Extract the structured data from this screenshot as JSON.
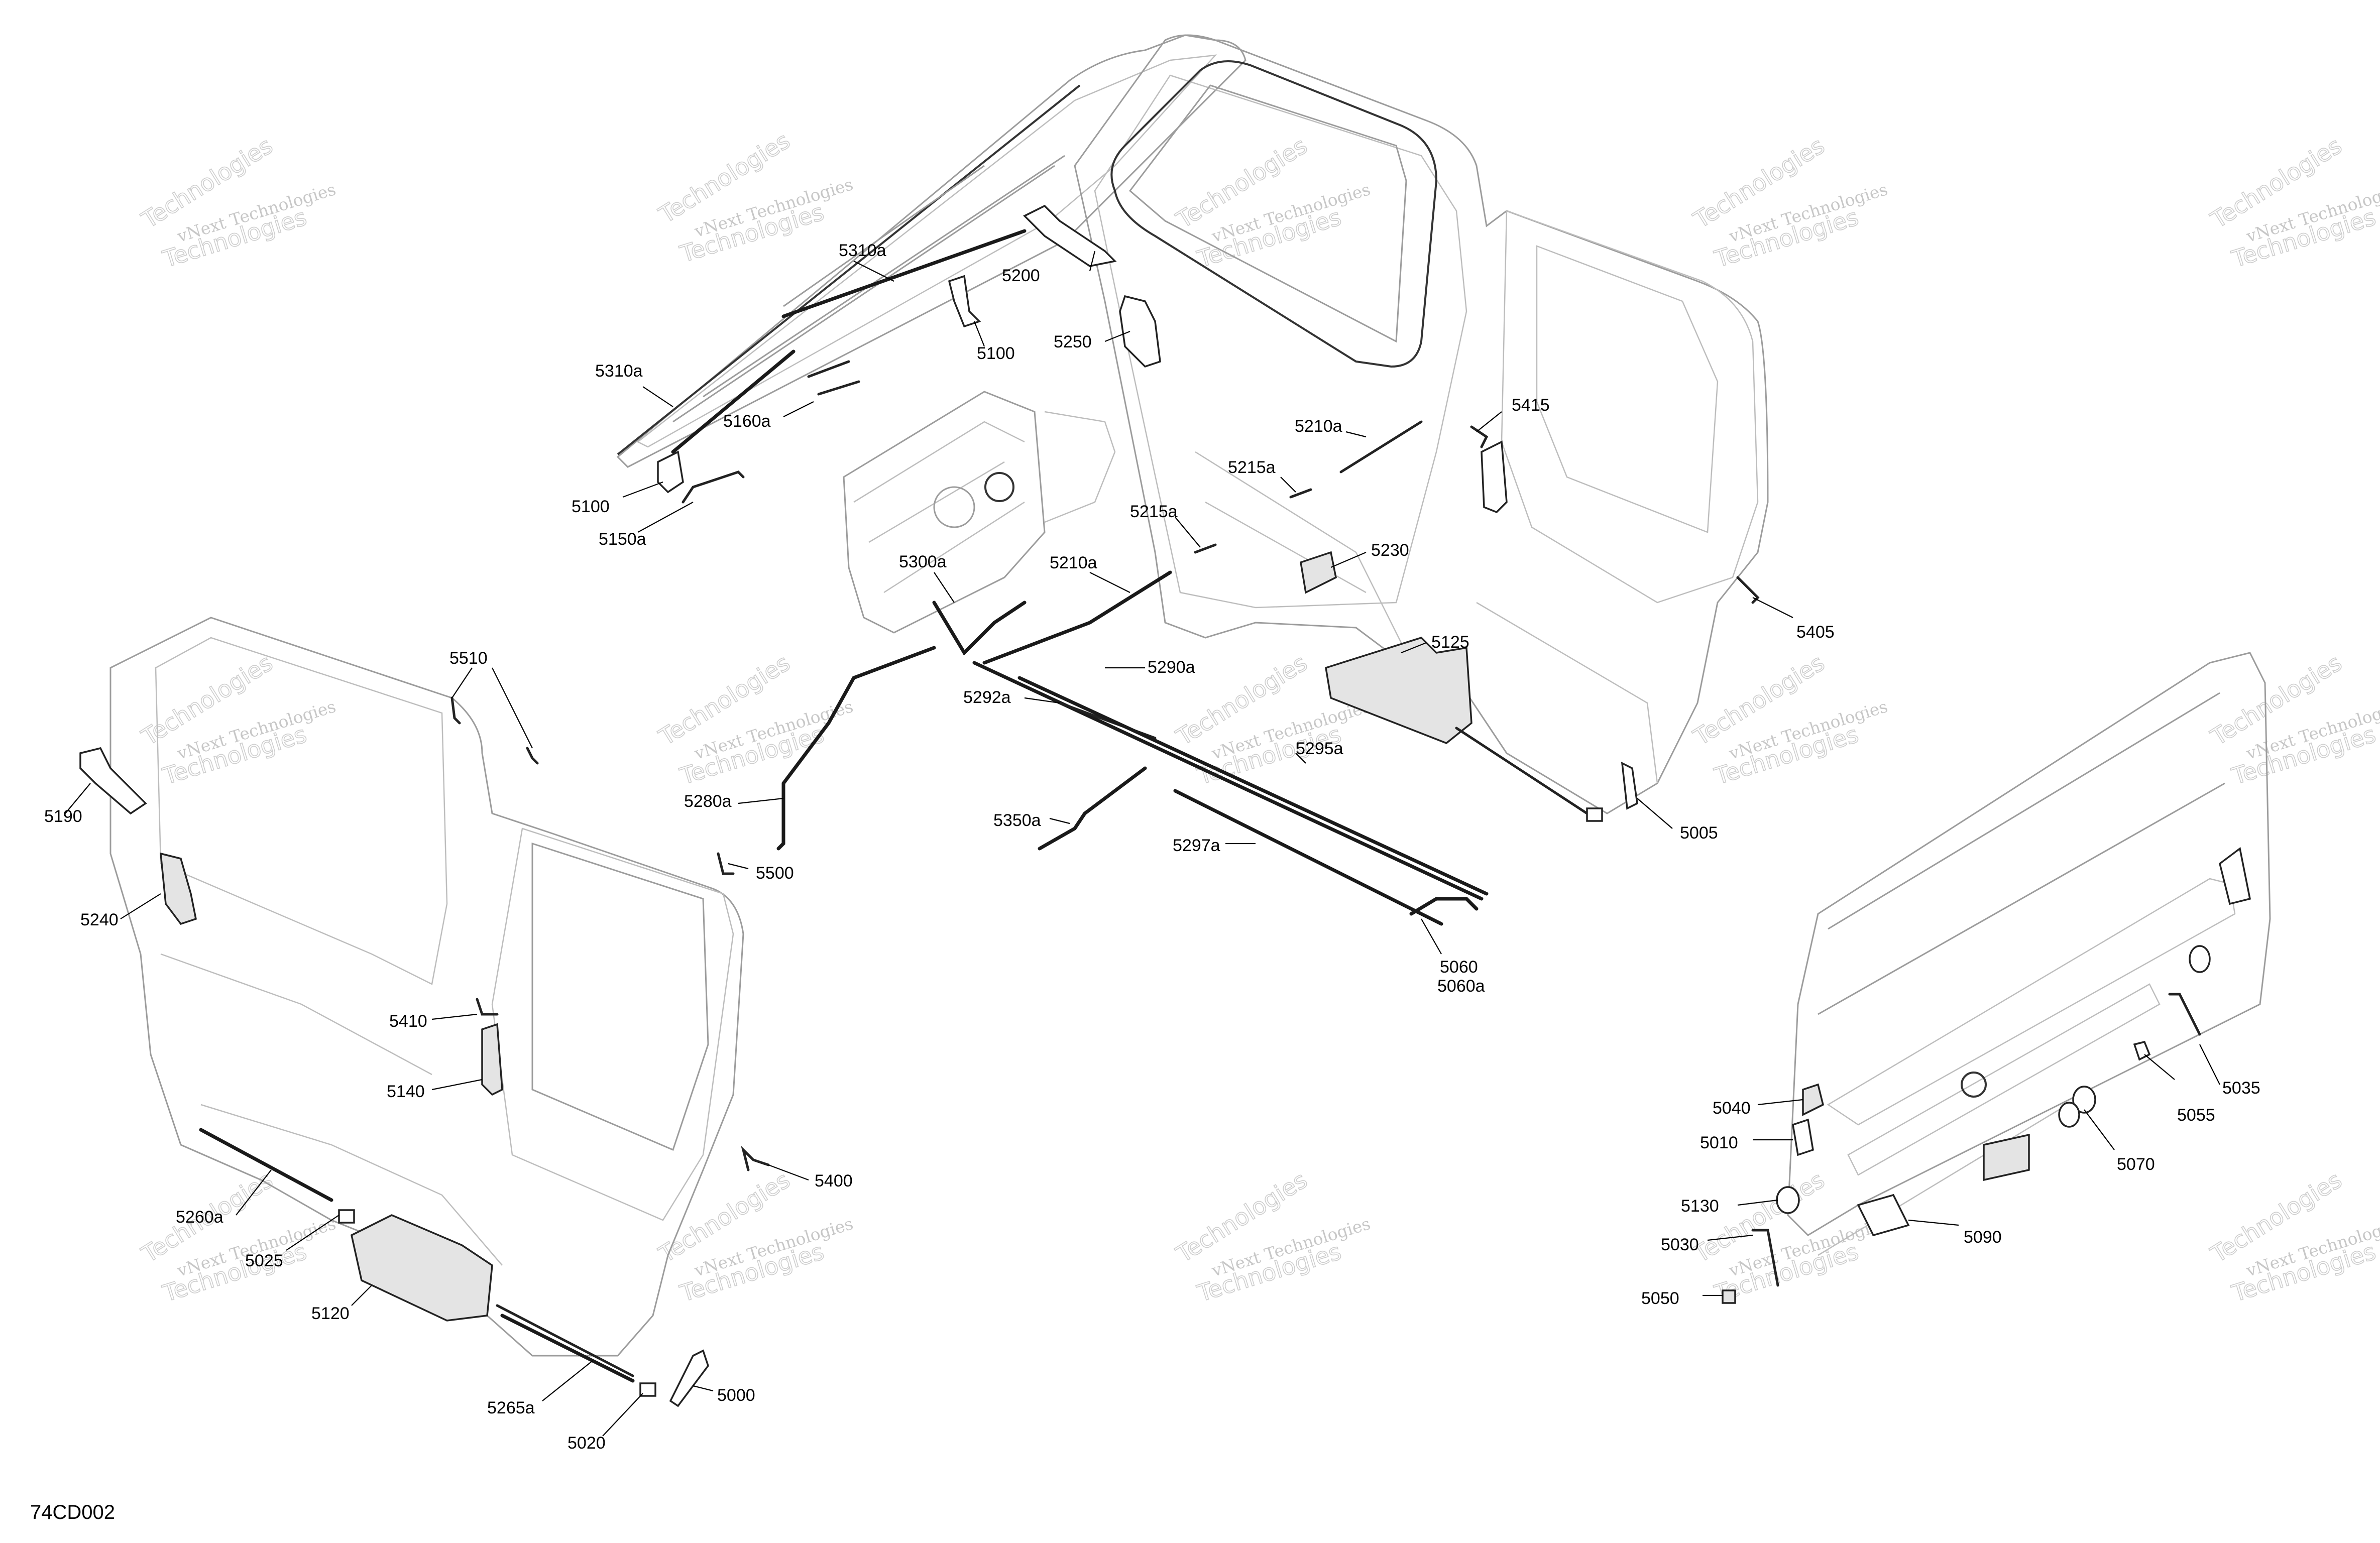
{
  "diagram_code": "74CD002",
  "watermark": {
    "line1": "vNext Technologies",
    "line2": "Technologies"
  },
  "labels": [
    {
      "id": "l5310a_1",
      "text": "5310a"
    },
    {
      "id": "l5310a_2",
      "text": "5310a"
    },
    {
      "id": "l5200",
      "text": "5200"
    },
    {
      "id": "l5100_1",
      "text": "5100"
    },
    {
      "id": "l5250",
      "text": "5250"
    },
    {
      "id": "l5160a",
      "text": "5160a"
    },
    {
      "id": "l5100_2",
      "text": "5100"
    },
    {
      "id": "l5150a",
      "text": "5150a"
    },
    {
      "id": "l5210a_1",
      "text": "5210a"
    },
    {
      "id": "l5415",
      "text": "5415"
    },
    {
      "id": "l5215a_1",
      "text": "5215a"
    },
    {
      "id": "l5215a_2",
      "text": "5215a"
    },
    {
      "id": "l5230",
      "text": "5230"
    },
    {
      "id": "l5300a",
      "text": "5300a"
    },
    {
      "id": "l5210a_2",
      "text": "5210a"
    },
    {
      "id": "l5405",
      "text": "5405"
    },
    {
      "id": "l5125",
      "text": "5125"
    },
    {
      "id": "l5290a",
      "text": "5290a"
    },
    {
      "id": "l5292a",
      "text": "5292a"
    },
    {
      "id": "l5295a",
      "text": "5295a"
    },
    {
      "id": "l5280a",
      "text": "5280a"
    },
    {
      "id": "l5005",
      "text": "5005"
    },
    {
      "id": "l5350a",
      "text": "5350a"
    },
    {
      "id": "l5297a",
      "text": "5297a"
    },
    {
      "id": "l5500",
      "text": "5500"
    },
    {
      "id": "l5060",
      "text": "5060"
    },
    {
      "id": "l5060a",
      "text": "5060a"
    },
    {
      "id": "l5510",
      "text": "5510"
    },
    {
      "id": "l5190",
      "text": "5190"
    },
    {
      "id": "l5240",
      "text": "5240"
    },
    {
      "id": "l5410",
      "text": "5410"
    },
    {
      "id": "l5140",
      "text": "5140"
    },
    {
      "id": "l5400",
      "text": "5400"
    },
    {
      "id": "l5260a",
      "text": "5260a"
    },
    {
      "id": "l5025",
      "text": "5025"
    },
    {
      "id": "l5120",
      "text": "5120"
    },
    {
      "id": "l5265a",
      "text": "5265a"
    },
    {
      "id": "l5000",
      "text": "5000"
    },
    {
      "id": "l5020",
      "text": "5020"
    },
    {
      "id": "l5040",
      "text": "5040"
    },
    {
      "id": "l5010",
      "text": "5010"
    },
    {
      "id": "l5035",
      "text": "5035"
    },
    {
      "id": "l5055",
      "text": "5055"
    },
    {
      "id": "l5070",
      "text": "5070"
    },
    {
      "id": "l5130",
      "text": "5130"
    },
    {
      "id": "l5090",
      "text": "5090"
    },
    {
      "id": "l5030",
      "text": "5030"
    },
    {
      "id": "l5050",
      "text": "5050"
    }
  ]
}
